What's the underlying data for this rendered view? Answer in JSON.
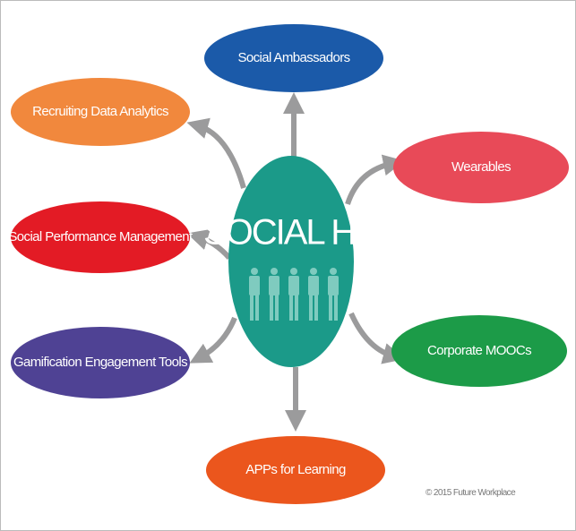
{
  "center": {
    "title": "SOCIAL HR",
    "color": "#1b9a89",
    "people_color": "#7fcbbf"
  },
  "nodes": [
    {
      "label": "Social Ambassadors",
      "color": "#1b5aa9"
    },
    {
      "label": "Recruiting Data Analytics",
      "color": "#f1883d"
    },
    {
      "label": "Wearables",
      "color": "#e84a58"
    },
    {
      "label": "Social Performance Management",
      "color": "#e31b25"
    },
    {
      "label": "Corporate MOOCs",
      "color": "#1c9b48"
    },
    {
      "label": "Gamification Engagement Tools",
      "color": "#4f4294"
    },
    {
      "label": "APPs for Learning",
      "color": "#eb561d"
    }
  ],
  "arrow_color": "#9b9b9c",
  "copyright": "© 2015 Future Workplace"
}
